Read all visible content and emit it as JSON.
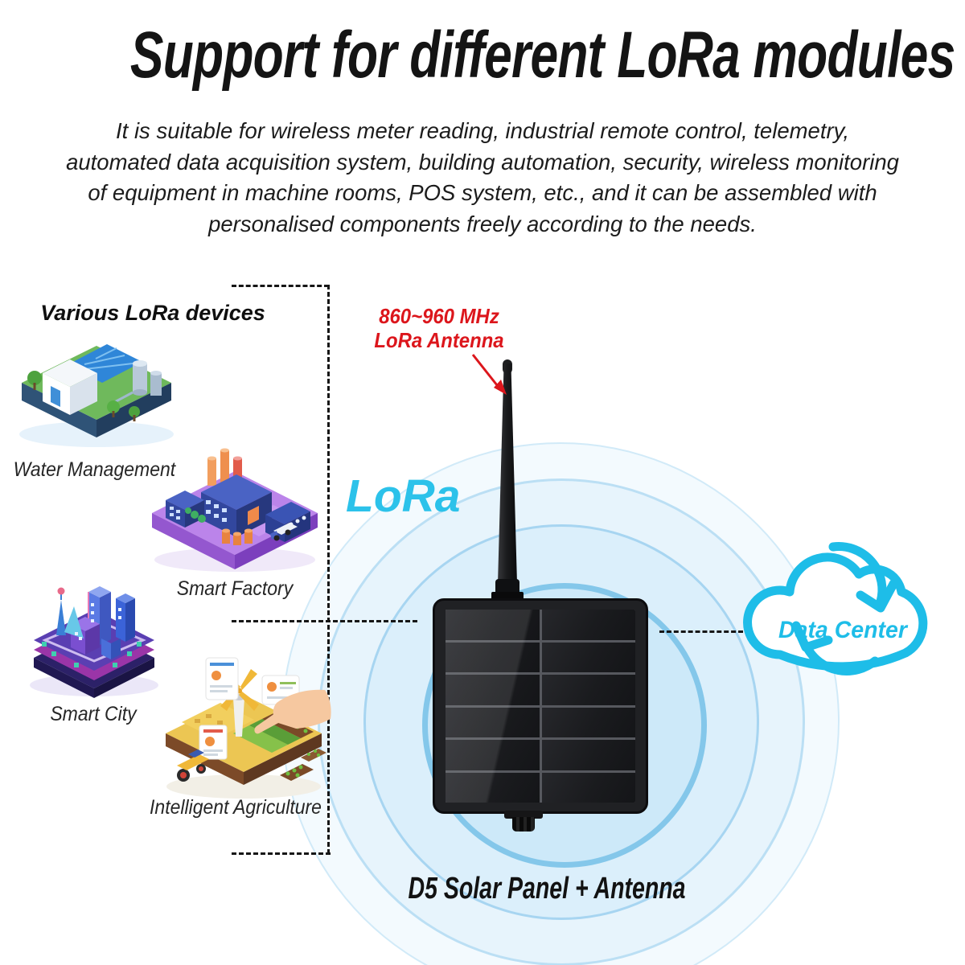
{
  "header": {
    "title": "Support for different LoRa modules",
    "description_lines": [
      "It is suitable for wireless meter reading, industrial remote control, telemetry,",
      "automated data acquisition system, building automation, security, wireless monitoring",
      "of equipment in machine rooms, POS system, etc., and it can be assembled with",
      "personalised components freely according to the needs."
    ]
  },
  "devices_panel": {
    "heading": "Various LoRa devices",
    "items": [
      {
        "id": "water-management",
        "label": "Water Management"
      },
      {
        "id": "smart-factory",
        "label": "Smart Factory"
      },
      {
        "id": "smart-city",
        "label": "Smart City"
      },
      {
        "id": "intelligent-agriculture",
        "label": "Intelligent Agriculture"
      }
    ]
  },
  "gateway": {
    "antenna_annotation": {
      "line1": "860~960 MHz",
      "line2": "LoRa Antenna"
    },
    "signal_label": "LoRa",
    "caption": "D5 Solar Panel + Antenna"
  },
  "cloud": {
    "label": "Data Center"
  },
  "icons": {
    "data_center_cloud": "cloud-with-sync-arrows"
  },
  "colors": {
    "accent_cyan": "#2cc2ea",
    "annotation_red": "#dc161c",
    "text_dark": "#141414",
    "wave_blue": "#a9d7ef"
  }
}
